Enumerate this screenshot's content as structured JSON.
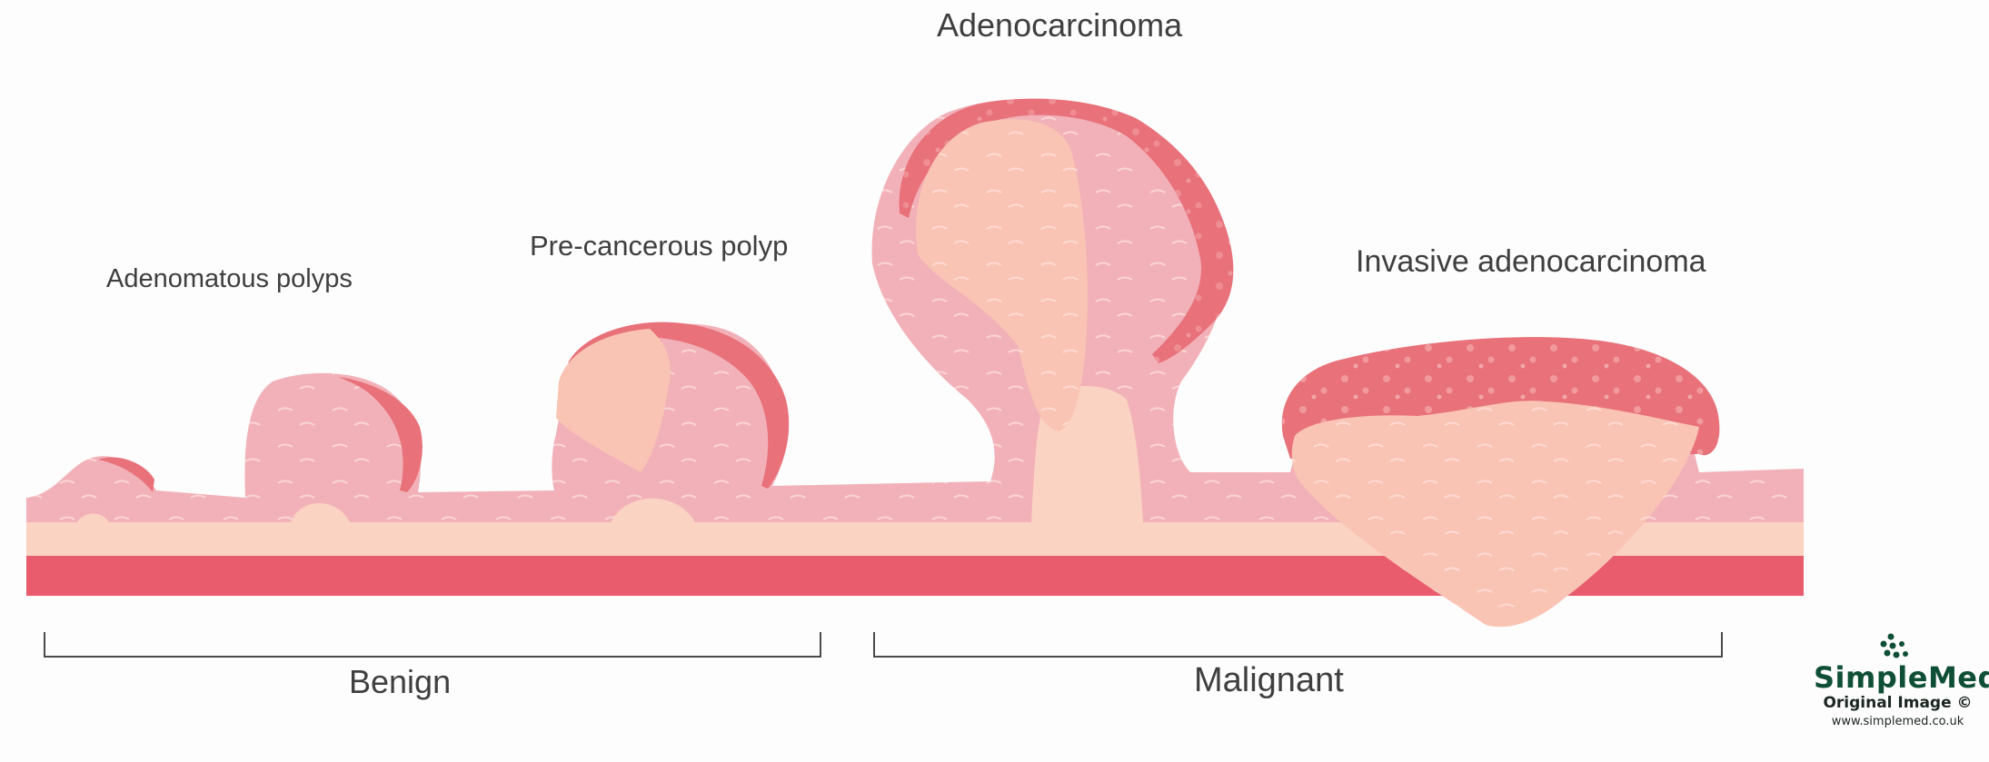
{
  "labels": {
    "adenomatous_polyps": "Adenomatous polyps",
    "pre_cancerous_polyp": "Pre-cancerous polyp",
    "adenocarcinoma": "Adenocarcinoma",
    "invasive_adenocarcinoma": "Invasive adenocarcinoma",
    "benign": "Benign",
    "malignant": "Malignant"
  },
  "logo": {
    "brand": "SimpleMed",
    "subtitle": "Original Image ©",
    "url": "www.simplemed.co.uk"
  },
  "colors": {
    "mucosa": "#f2b1b8",
    "mucosa_dark": "#e8a2aa",
    "submucosa": "#fbd3c2",
    "tumor_core": "#fac4b4",
    "tumor_edge": "#e8717a",
    "muscle_layer": "#e85c6d",
    "bracket": "#4a4a4a",
    "text": "#3f3f3f",
    "logo_green": "#0f4f35"
  }
}
